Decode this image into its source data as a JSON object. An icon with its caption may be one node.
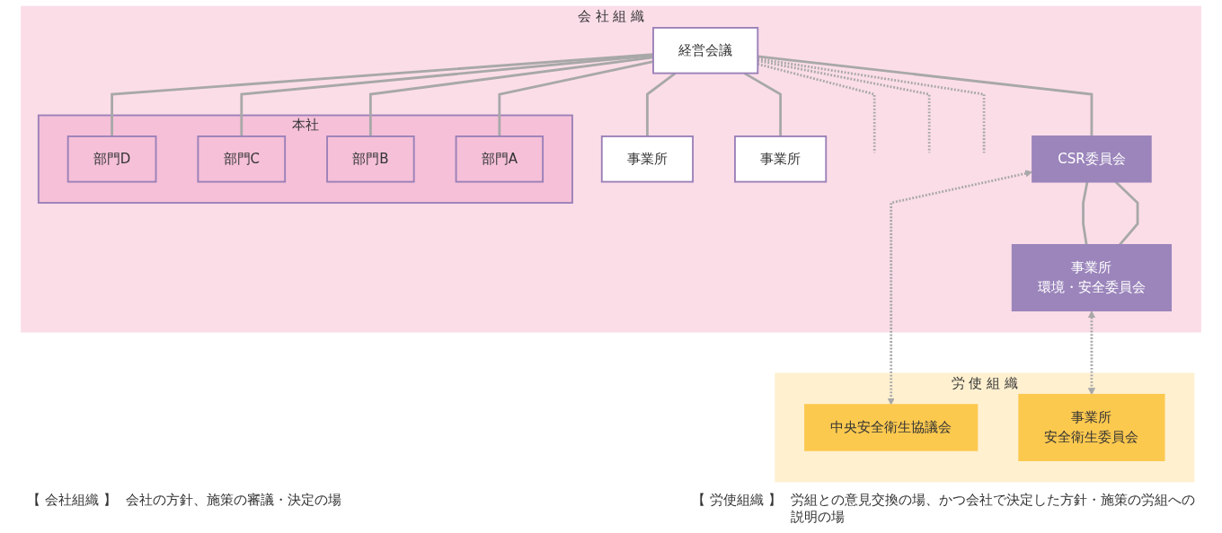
{
  "diagram": {
    "nodes": [
      {
        "text": [
          "会 社 組 織"
        ]
      },
      {
        "text": [
          "経営会議"
        ],
        "in": 0
      },
      {
        "text": [
          "CSR委員会"
        ],
        "in": 0
      },
      {
        "text": [
          "事業所"
        ],
        "in": 0
      },
      {
        "text": [
          "事業所"
        ],
        "in": 0
      },
      {
        "text": [
          "本社"
        ],
        "in": 0
      },
      {
        "text": [
          "部門D"
        ],
        "in": 5
      },
      {
        "text": [
          "部門C"
        ],
        "in": 5
      },
      {
        "text": [
          "部門B"
        ],
        "in": 5
      },
      {
        "text": [
          "部門A"
        ],
        "in": 5
      },
      {
        "text": [
          "事業所",
          "環境・安全委員会"
        ],
        "in": 0
      },
      {
        "text": [
          "労 使 組 織"
        ]
      },
      {
        "text": [
          "中央安全衛生協議会"
        ],
        "in": 11
      },
      {
        "text": [
          "事業所",
          "安全衛生委員会"
        ],
        "in": 11
      }
    ],
    "edges": [
      {
        "from": 1,
        "to": 2,
        "arrow": "none"
      },
      {
        "from": 1,
        "to": null,
        "arrow": "none",
        "style": "dashed"
      },
      {
        "from": 1,
        "to": null,
        "arrow": "none",
        "style": "dashed"
      },
      {
        "from": 1,
        "to": 3,
        "arrow": "none"
      },
      {
        "from": 1,
        "to": 4,
        "arrow": "none"
      },
      {
        "from": 1,
        "to": null,
        "arrow": "none",
        "style": "dashed"
      },
      {
        "from": 1,
        "to": 6,
        "arrow": "none"
      },
      {
        "from": 1,
        "to": 7,
        "arrow": "none"
      },
      {
        "from": 1,
        "to": 8,
        "arrow": "none"
      },
      {
        "from": 1,
        "to": 9,
        "arrow": "none"
      },
      {
        "from": 2,
        "to": 10,
        "arrow": "none"
      },
      {
        "from": 2,
        "to": 10,
        "arrow": "none"
      },
      {
        "from": 2,
        "to": 12,
        "arrow": "both",
        "style": "dashed"
      },
      {
        "from": 10,
        "to": 13,
        "arrow": "both",
        "style": "dashed"
      }
    ],
    "labels": [
      "【 会社組織 】",
      "会社の方針、施策の審議・決定の場",
      "【 労使組織 】",
      "労組との意見交換の場、かつ会社で決定した方針・施策の労組への説明の場"
    ]
  }
}
